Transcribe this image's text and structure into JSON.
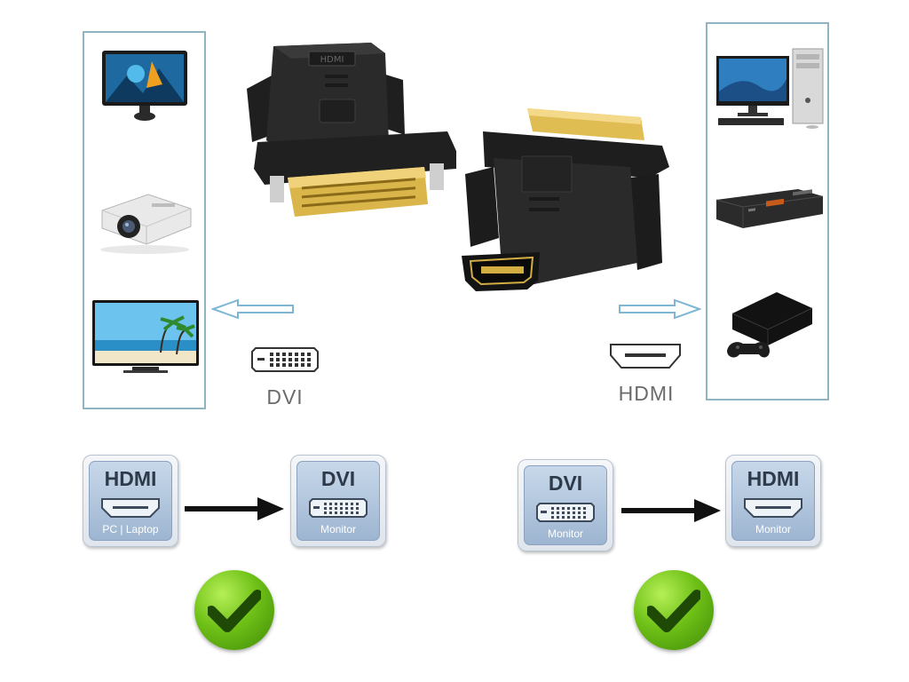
{
  "ports": {
    "dvi_label": "DVI",
    "hdmi_label": "HDMI"
  },
  "adapters": {
    "top_port_mark": "HDMI"
  },
  "left_devices": [
    "monitor",
    "projector",
    "tv"
  ],
  "right_devices": [
    "desktop-pc",
    "set-top-box",
    "game-console"
  ],
  "diagram_left": {
    "source": {
      "title": "HDMI",
      "sub": "PC | Laptop"
    },
    "target": {
      "title": "DVI",
      "sub": "Monitor"
    }
  },
  "diagram_right": {
    "source": {
      "title": "DVI",
      "sub": "Monitor"
    },
    "target": {
      "title": "HDMI",
      "sub": "Monitor"
    }
  },
  "colors": {
    "panel_border": "#8fb5c2",
    "arrow_outline": "#7fb6d4",
    "check_green": "#6fc117",
    "card_blue": "#9db5d1"
  }
}
